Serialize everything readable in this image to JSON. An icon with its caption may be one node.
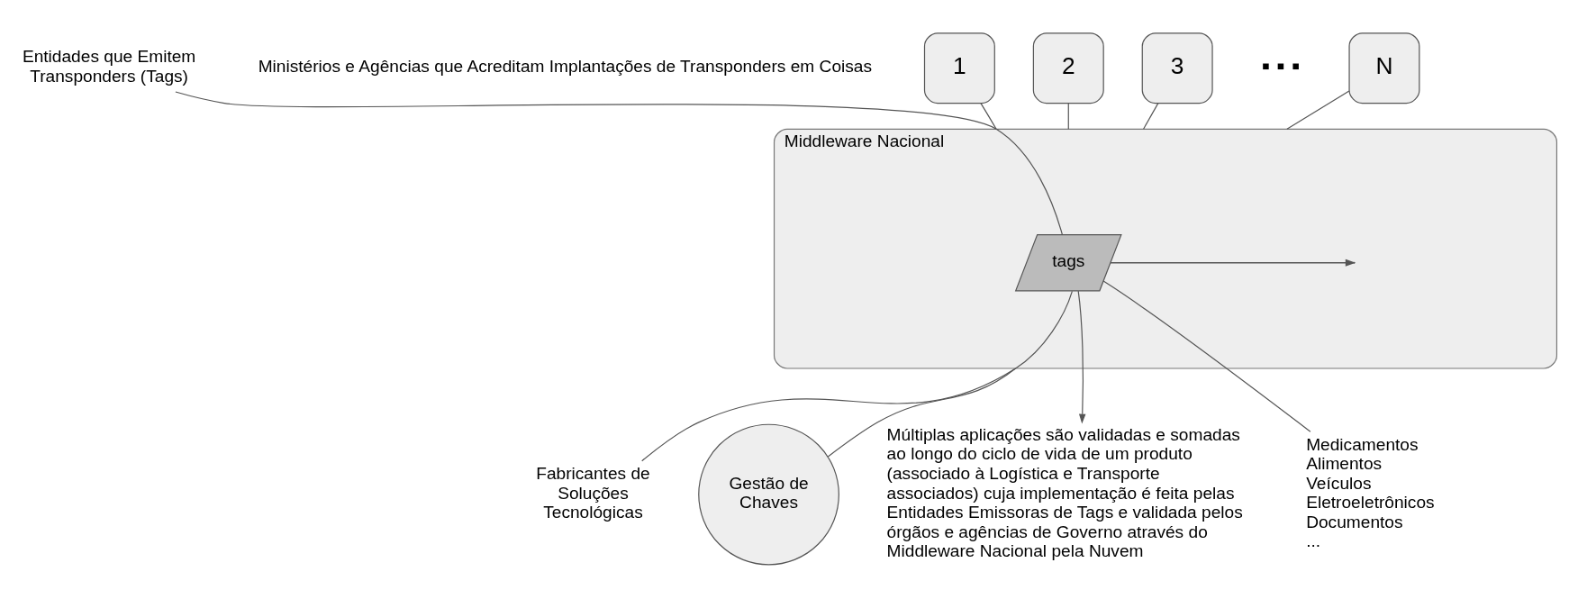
{
  "diagram": {
    "nodes": [
      {
        "text": [
          "Middleware Nacional"
        ]
      },
      {
        "text": [
          "Entidades que Emitem Transponders (Tags)"
        ]
      },
      {
        "text": [
          "1"
        ]
      },
      {
        "text": [
          "2"
        ]
      },
      {
        "text": [
          "3"
        ]
      },
      {
        "text": [
          "N"
        ]
      },
      {
        "text": [
          "tags"
        ],
        "in": 0
      },
      {
        "text": [
          "Fabricantes de Soluções Tecnológicas"
        ]
      },
      {
        "text": [
          "Gestão de Chaves"
        ]
      },
      {
        "text": [
          "Múltiplas aplicações são validadas e somadas ao longo do ciclo de vida de um produto (associado à Logística e Transporte associados) cuja implementação é feita pelas Entidades Emissoras de Tags e validada pelos órgãos e agências de Governo através do Middleware Nacional pela Nuvem"
        ]
      },
      {
        "text": [
          "Medicamentos",
          "Alimentos",
          "Veículos",
          "Eletroeletrônicos",
          "Documentos",
          "..."
        ]
      }
    ],
    "edges": [
      {
        "from": 1,
        "to": 6,
        "arrow": "none"
      },
      {
        "from": 7,
        "to": 6,
        "arrow": "none"
      },
      {
        "from": 6,
        "to": null,
        "arrow": "to"
      },
      {
        "from": 6,
        "to": 10,
        "arrow": "none"
      },
      {
        "from": 6,
        "to": 9,
        "arrow": "to"
      },
      {
        "from": 2,
        "to": 0,
        "arrow": "none"
      },
      {
        "from": 3,
        "to": 0,
        "arrow": "none"
      },
      {
        "from": 4,
        "to": 0,
        "arrow": "none"
      },
      {
        "from": 5,
        "to": 0,
        "arrow": "none"
      },
      {
        "from": 8,
        "to": 0,
        "arrow": "none"
      }
    ],
    "labels": [
      "Ministérios e Agências que Acreditam Implantações de Transponders em Coisas",
      "▪ ▪ ▪"
    ]
  }
}
